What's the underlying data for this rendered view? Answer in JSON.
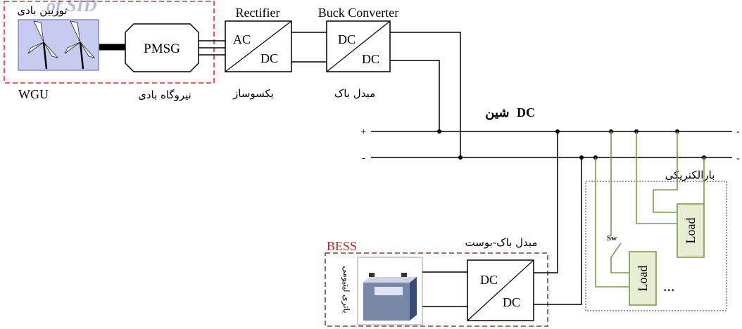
{
  "watermark": "of SID",
  "wind_turbine": {
    "label_fa": "توربین بادی"
  },
  "generator": {
    "label": "PMSG"
  },
  "wgu": {
    "label": "WGU",
    "label_fa": "نیروگاه بادی"
  },
  "rectifier": {
    "title": "Rectifier",
    "in": "AC",
    "out": "DC",
    "label_fa": "یکسوساز"
  },
  "buck": {
    "title": "Buck Converter",
    "in": "DC",
    "out": "DC",
    "label_fa": "مبدل باک"
  },
  "bus": {
    "label_fa": "شین",
    "label": "DC",
    "plus": "+",
    "minus": "-",
    "plus_right": "-",
    "minus_right": "-"
  },
  "loads": {
    "group_fa": "بارالکتریکی",
    "load1": "Load",
    "load2": "Load",
    "switch": "Sw",
    "ellipsis": "..."
  },
  "bess": {
    "label": "BESS",
    "battery_fa": "باتری لیتیومی",
    "converter_fa": "مبدل باک-بوست",
    "in": "DC",
    "out": "DC"
  },
  "colors": {
    "wgu_border": "#e0303a",
    "bess_border": "#8b3a3a",
    "bess_text": "#9b3030",
    "load_fill": "#e8ecd0",
    "load_line": "#7a9a50",
    "turbine_fill": "#c8cbf0",
    "watermark": "#b8bcd8"
  }
}
